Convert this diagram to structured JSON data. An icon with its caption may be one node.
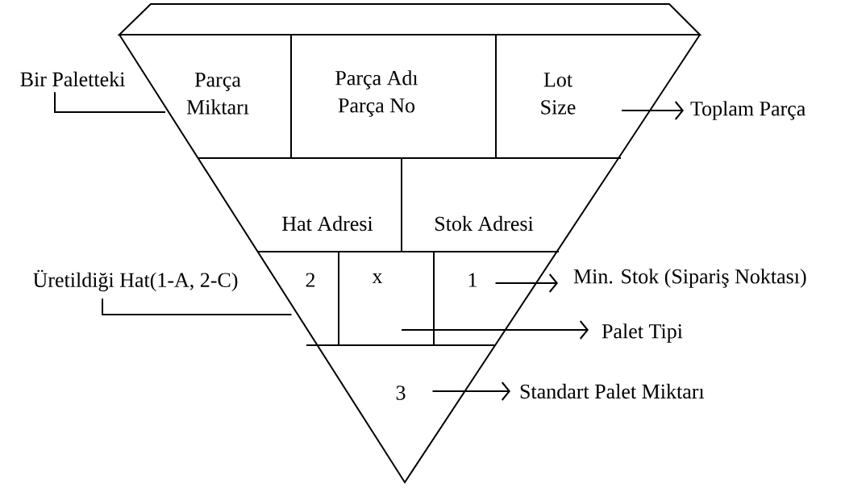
{
  "diagram": {
    "nodes": [
      {
        "text": [
          "Bir Paletteki"
        ]
      },
      {
        "text": [
          "Parça Miktarı"
        ]
      },
      {
        "text": [
          "Parça Adı",
          "Parça No"
        ]
      },
      {
        "text": [
          "Lot Size"
        ]
      },
      {
        "text": [
          "Toplam Parça"
        ]
      },
      {
        "text": [
          "Hat Adresi"
        ]
      },
      {
        "text": [
          "Stok Adresi"
        ]
      },
      {
        "text": [
          "Üretildiği Hat(1-A, 2-C)"
        ]
      },
      {
        "text": [
          "2"
        ]
      },
      {
        "text": [
          "x"
        ]
      },
      {
        "text": [
          "1"
        ]
      },
      {
        "text": [
          "Min. Stok (Sipariş Noktası)"
        ]
      },
      {
        "text": [
          "Palet Tipi"
        ]
      },
      {
        "text": [
          "3"
        ]
      },
      {
        "text": [
          "Standart Palet Miktarı"
        ]
      }
    ],
    "edges": [
      {
        "from": 0,
        "to": 1,
        "arrow": "none"
      },
      {
        "from": 3,
        "to": 4,
        "arrow": "to"
      },
      {
        "from": 7,
        "to": 8,
        "arrow": "none"
      },
      {
        "from": 10,
        "to": 11,
        "arrow": "to"
      },
      {
        "from": 9,
        "to": 12,
        "arrow": "to"
      },
      {
        "from": 13,
        "to": 14,
        "arrow": "to"
      }
    ]
  }
}
